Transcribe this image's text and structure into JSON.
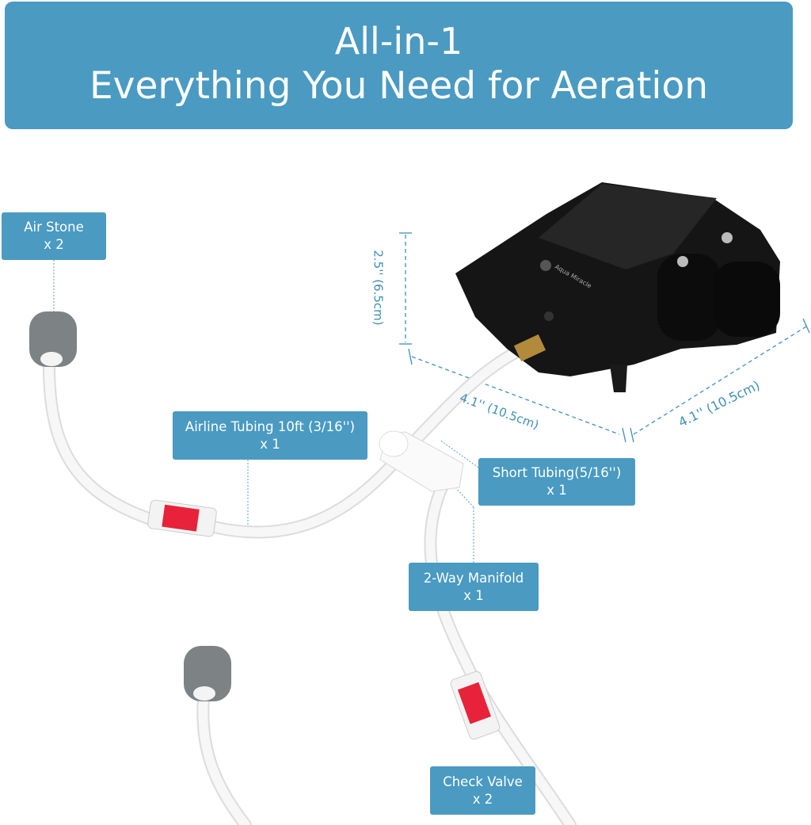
{
  "banner": {
    "line1": "All-in-1",
    "line2": "Everything You Need for Aeration"
  },
  "labels": {
    "air_stone": {
      "name": "Air Stone",
      "qty": "x 2"
    },
    "airline_tubing": {
      "name": "Airline Tubing 10ft (3/16'')",
      "qty": "x 1"
    },
    "short_tubing": {
      "name": "Short Tubing(5/16'')",
      "qty": "x 1"
    },
    "manifold": {
      "name": "2-Way Manifold",
      "qty": "x 1"
    },
    "check_valve": {
      "name": "Check Valve",
      "qty": "x 2"
    }
  },
  "dimensions": {
    "height": "2.5'' (6.5cm)",
    "width": "4.1'' (10.5cm)",
    "depth": "4.1'' (10.5cm)"
  },
  "brand_logo": "Aqua Miracle",
  "colors": {
    "accent": "#4a9ac2",
    "dimension_text": "#3f8fb5",
    "valve_red": "#e8223a"
  }
}
